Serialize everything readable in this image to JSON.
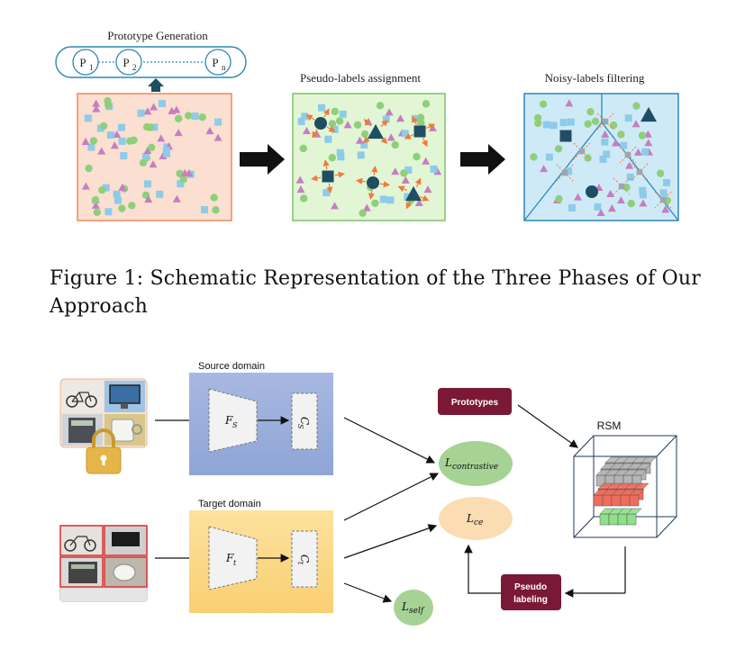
{
  "figure1": {
    "prototype_title": "Prototype Generation",
    "prototypes": [
      {
        "letter": "P",
        "sub": "1"
      },
      {
        "letter": "P",
        "sub": "2"
      },
      {
        "letter": "P",
        "sub": "n"
      }
    ],
    "phase2_title": "Pseudo-labels assignment",
    "phase3_title": "Noisy-labels filtering",
    "caption": "Figure 1: Schematic Representation of the Three Phases of Our Approach",
    "colors": {
      "panel1_fill": "#fbdfd0",
      "panel1_border": "#ef8a5f",
      "panel2_fill": "#e2f5d4",
      "panel2_border": "#7cc36a",
      "panel3_fill": "#cfeaf7",
      "panel3_border": "#2d86b8",
      "triangle": "#c47fc0",
      "square": "#8dcbe9",
      "circle": "#8fcf7b",
      "prototype_dark": "#1f4e63",
      "arrow_orange": "#f07a3a"
    }
  },
  "figure2": {
    "source_domain_label": "Source domain",
    "target_domain_label": "Target domain",
    "fs_label": "F",
    "fs_sub": "S",
    "cs_label": "C",
    "cs_sub": "S",
    "ft_label": "F",
    "ft_sub": "t",
    "ct_label": "C",
    "ct_sub": "t",
    "prototypes_label": "Prototypes",
    "rsm_label": "RSM",
    "pseudo_labeling_line1": "Pseudo",
    "pseudo_labeling_line2": "labeling",
    "loss_contrastive": "L",
    "loss_contrastive_sub": "contrastive",
    "loss_ce": "L",
    "loss_ce_sub": "ce",
    "loss_self": "L",
    "loss_self_sub": "self",
    "colors": {
      "source_bg": "#9fb1dc",
      "target_bg": "#fbd98a",
      "box_maroon": "#7a1836",
      "loss_green": "#a6d394",
      "loss_orange": "#fbdcb3",
      "rsm_gray": "#b5b5b5",
      "rsm_red": "#f26c5c",
      "rsm_green": "#8fe08a"
    }
  }
}
